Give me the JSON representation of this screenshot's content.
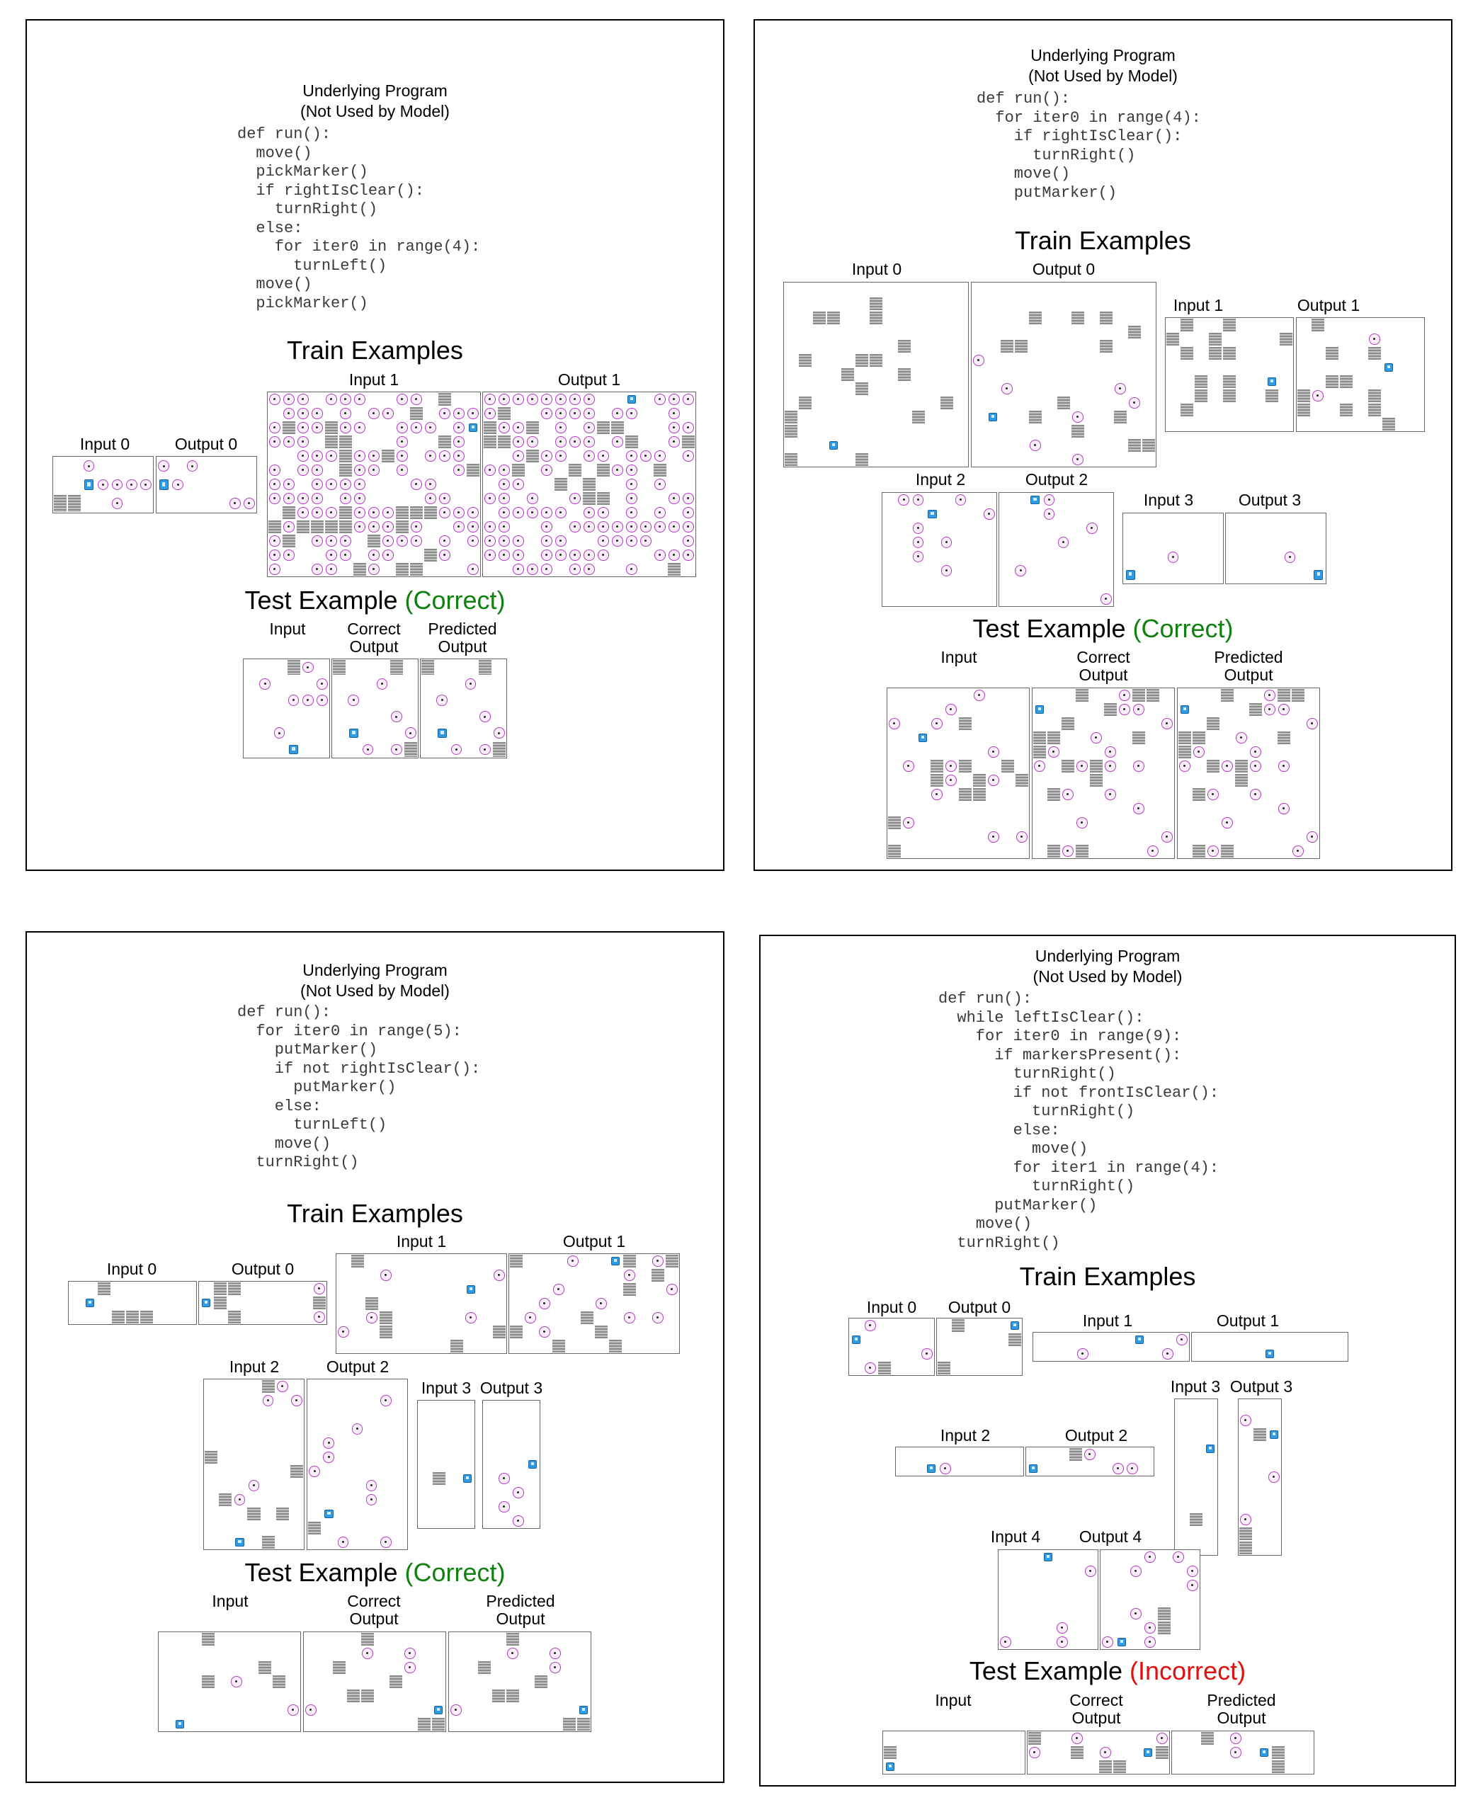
{
  "header_line1": "Underlying Program",
  "header_line2": "(Not Used by Model)",
  "train_title": "Train Examples",
  "test_title": "Test Example",
  "result_correct": "(Correct)",
  "result_incorrect": "(Incorrect)",
  "col_input": "Input",
  "col_correct_1": "Correct",
  "col_correct_2": "Output",
  "col_pred_1": "Predicted",
  "col_pred_2": "Output",
  "colors": {
    "correct": "#108010",
    "incorrect": "#e01010",
    "marker": "#b040c0",
    "agent": "#2e9be6",
    "wall": "#8a8a8a"
  },
  "icons": [
    "marker-icon",
    "agent-icon",
    "wall-block"
  ],
  "panels": [
    {
      "code": "def run():\n  move()\n  pickMarker()\n  if rightIsClear():\n    turnRight()\n  else:\n    for iter0 in range(4):\n      turnLeft()\n  move()\n  pickMarker()",
      "result": "correct",
      "train_labels": [
        "Input 0",
        "Output 0",
        "Input 1",
        "Output 1"
      ]
    },
    {
      "code": "def run():\n  for iter0 in range(4):\n    if rightIsClear():\n      turnRight()\n    move()\n    putMarker()",
      "result": "correct",
      "train_labels": [
        "Input 0",
        "Output 0",
        "Input 1",
        "Output 1",
        "Input 2",
        "Output 2",
        "Input 3",
        "Output 3"
      ]
    },
    {
      "code": "def run():\n  for iter0 in range(5):\n    putMarker()\n    if not rightIsClear():\n      putMarker()\n    else:\n      turnLeft()\n    move()\n  turnRight()",
      "result": "correct",
      "train_labels": [
        "Input 0",
        "Output 0",
        "Input 1",
        "Output 1",
        "Input 2",
        "Output 2",
        "Input 3",
        "Output 3"
      ]
    },
    {
      "code": "def run():\n  while leftIsClear():\n    for iter0 in range(9):\n      if markersPresent():\n        turnRight()\n        if not frontIsClear():\n          turnRight()\n        else:\n          move()\n        for iter1 in range(4):\n          turnRight()\n      putMarker()\n    move()\n  turnRight()",
      "result": "incorrect",
      "train_labels": [
        "Input 0",
        "Output 0",
        "Input 1",
        "Output 1",
        "Input 2",
        "Output 2",
        "Input 3",
        "Output 3",
        "Input 4",
        "Output 4"
      ]
    }
  ]
}
